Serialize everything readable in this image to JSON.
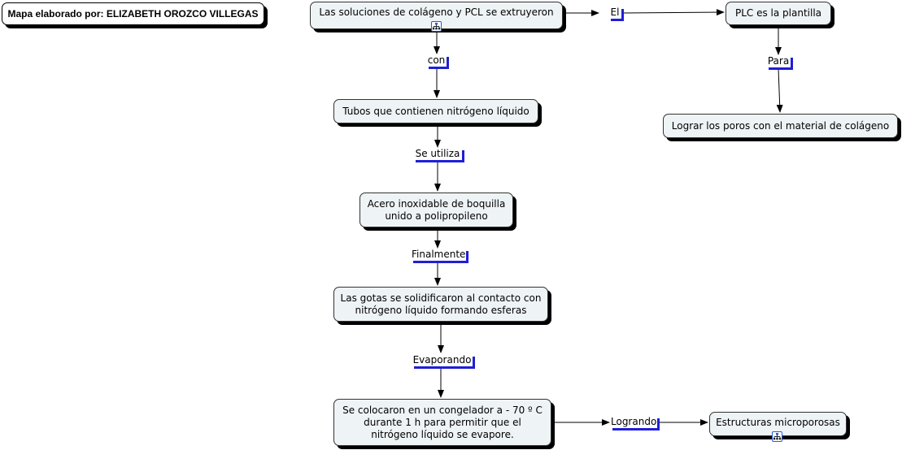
{
  "author_note": "Mapa elaborado por: ELIZABETH OROZCO VILLEGAS",
  "concepts": {
    "extrusion": "Las soluciones de colágeno y PCL se extruyeron",
    "plc": "PLC es la plantilla",
    "poros": "Lograr los poros con el material de colágeno",
    "tubos": "Tubos que contienen nitrógeno líquido",
    "acero": "Acero inoxidable de boquilla unido a polipropileno",
    "gotas": "Las gotas se solidificaron al contacto con nitrógeno líquido formando esferas",
    "congelador": "Se colocaron en un congelador a - 70 º C durante 1 h para permitir que el nitrógeno líquido se evapore.",
    "estructuras": "Estructuras microporosas"
  },
  "links": {
    "el": "El",
    "para": "Para",
    "con": "con",
    "se_utiliza": "Se utiliza",
    "finalmente": "Finalmente",
    "evaporando": "Evaporando",
    "logrando": "Logrando"
  },
  "icons": {
    "resource_icon": "sitemap-resource-icon"
  },
  "colors": {
    "node_fill": "#eef3f6",
    "link_shadow": "#1f1fd6",
    "icon_border": "#2a5bd7"
  }
}
